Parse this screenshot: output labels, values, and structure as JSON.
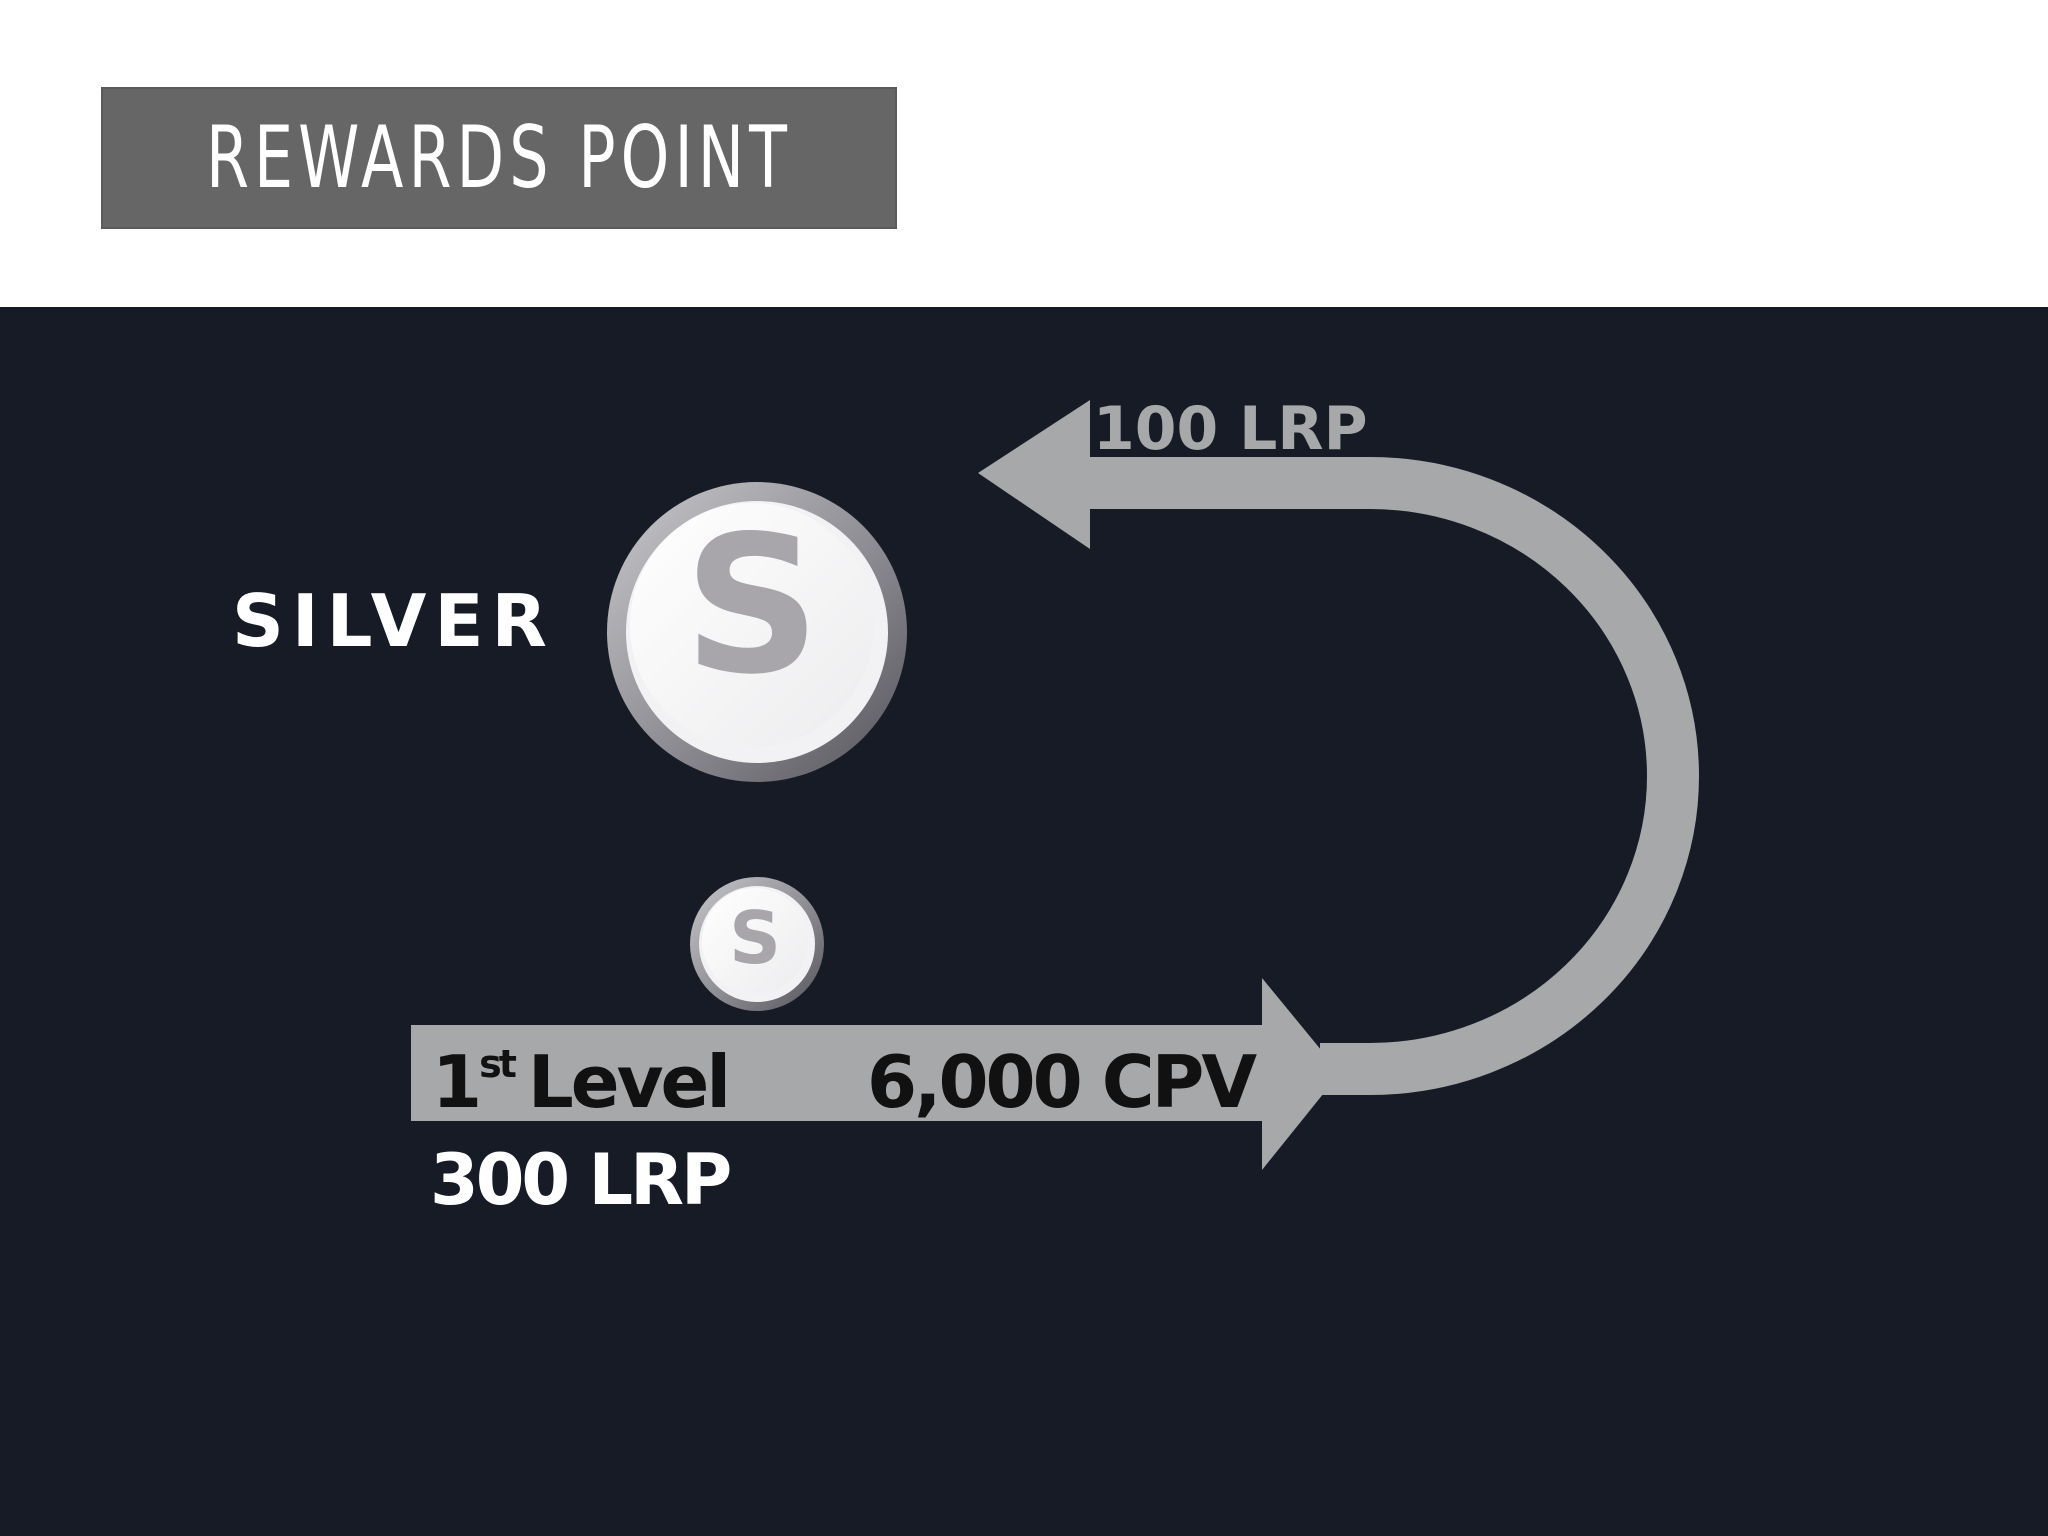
{
  "header": {
    "title": "REWARDS POINT"
  },
  "diagram": {
    "tier_label": "SILVER",
    "tier_badge_letter": "S",
    "level_badge_letter": "S",
    "level_number": "1",
    "level_suffix": "st",
    "level_word": "Level",
    "level_requirement": "6,000 CPV",
    "level_reward": "300 LRP",
    "return_reward": "100 LRP"
  },
  "colors": {
    "panel_background": "#161b26",
    "arrow": "#a7a8aa",
    "badge_grey": "#a8a6ab",
    "title_box": "#666666"
  }
}
